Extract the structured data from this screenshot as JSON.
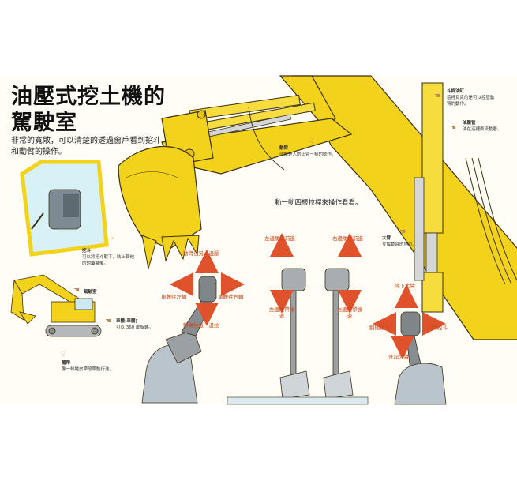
{
  "page": {
    "title_line1": "油壓式挖土機的",
    "title_line2": "駕駛室",
    "subtitle": "非常的寬敞，可以清楚的透過窗戶看到挖斗和動臂的操作。",
    "instruction": "動一動四根拉桿來操作看看。"
  },
  "labels": {
    "bucket_cylinder": {
      "title": "斗桿油缸",
      "desc": "這裡負責的是可以控管動臂的動作。"
    },
    "hydraulic_hose": {
      "title": "油壓管",
      "desc": "油在這裡面流動著。"
    },
    "arm": {
      "title": "動臂",
      "desc": "就像是人的上臂一樣的動作。"
    },
    "boom": {
      "title": "大臂",
      "desc": "支撐動臂的地方。"
    },
    "bucket": {
      "title": "挖斗",
      "desc": "可以將挖斗取下，裝上其他的附屬裝備。"
    },
    "cab": {
      "title": "駕駛室",
      "desc": ""
    },
    "turntable": {
      "title": "車體(車體)",
      "desc": "可以 360 度旋轉。"
    },
    "tracks": {
      "title": "履帶",
      "desc": "像一條繼皮帶般帶動行進。"
    }
  },
  "controls": {
    "left_up": "動臂往另一邊壓",
    "left_left": "車體往左轉",
    "left_right": "車體往右轉",
    "left_down": "動臂往這一邊拉",
    "pedal_left_fwd": "左邊履帶前進",
    "pedal_right_fwd": "右邊履帶前進",
    "pedal_left_back": "左邊履帶後退",
    "pedal_right_back": "右邊履帶後退",
    "right_up": "降下大臂",
    "right_left": "翻閉挖斗",
    "right_right": "打開挖斗",
    "right_down": "升起大臂"
  },
  "colors": {
    "machine_yellow": "#f3d21b",
    "outline": "#3a3214",
    "arrow_red": "#e0522b",
    "label_red": "#c84a1c",
    "lever_gray": "#9aa0a4",
    "boot_gray": "#b9c4cc"
  },
  "icons": [
    "pointing-hand-icon",
    "arrow-icon"
  ]
}
